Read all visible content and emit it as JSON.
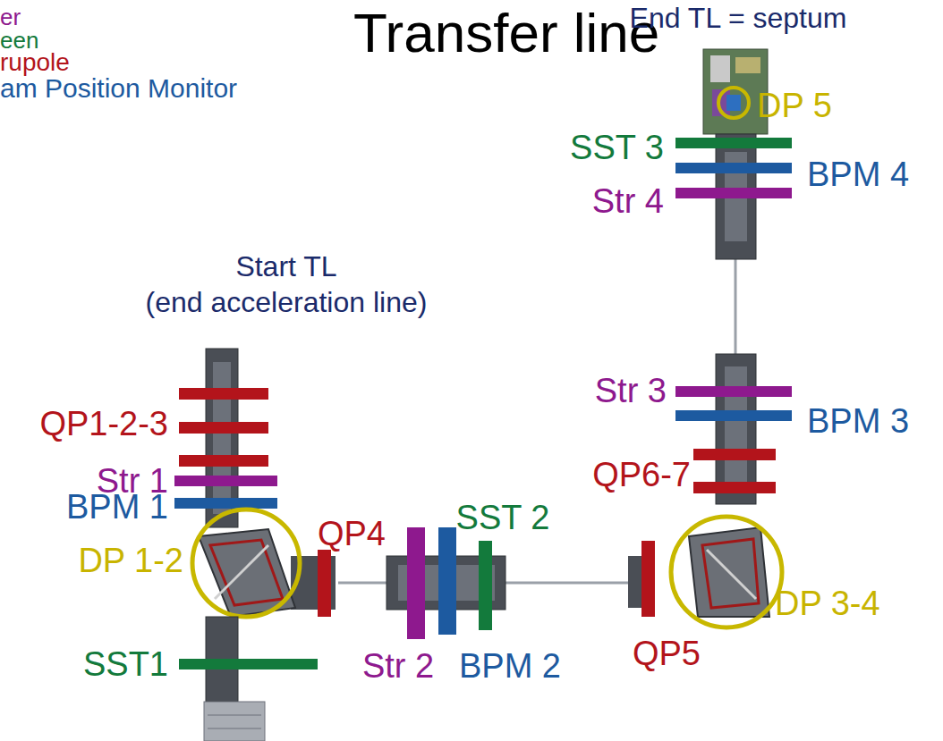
{
  "diagram": {
    "title": "Transfer line",
    "labels": [
      "End TL = septum",
      "DP 5",
      "SST 3",
      "BPM 4",
      "Str 4",
      "Start TL",
      "(end acceleration line)",
      "Str 3",
      "BPM 3",
      "QP1-2-3",
      "Str 1",
      "QP6-7",
      "BPM 1",
      "SST 2",
      "QP4",
      "DP 1-2",
      "DP 3-4",
      "SST1",
      "QP5",
      "Str 2",
      "BPM 2"
    ],
    "legend": [
      {
        "text": "er",
        "color": "#8e198e"
      },
      {
        "text": "een",
        "color": "#137a3c"
      },
      {
        "text": "rupole",
        "color": "#b3141b"
      },
      {
        "text": "am Position Monitor",
        "color": "#1d5aa0"
      }
    ]
  }
}
